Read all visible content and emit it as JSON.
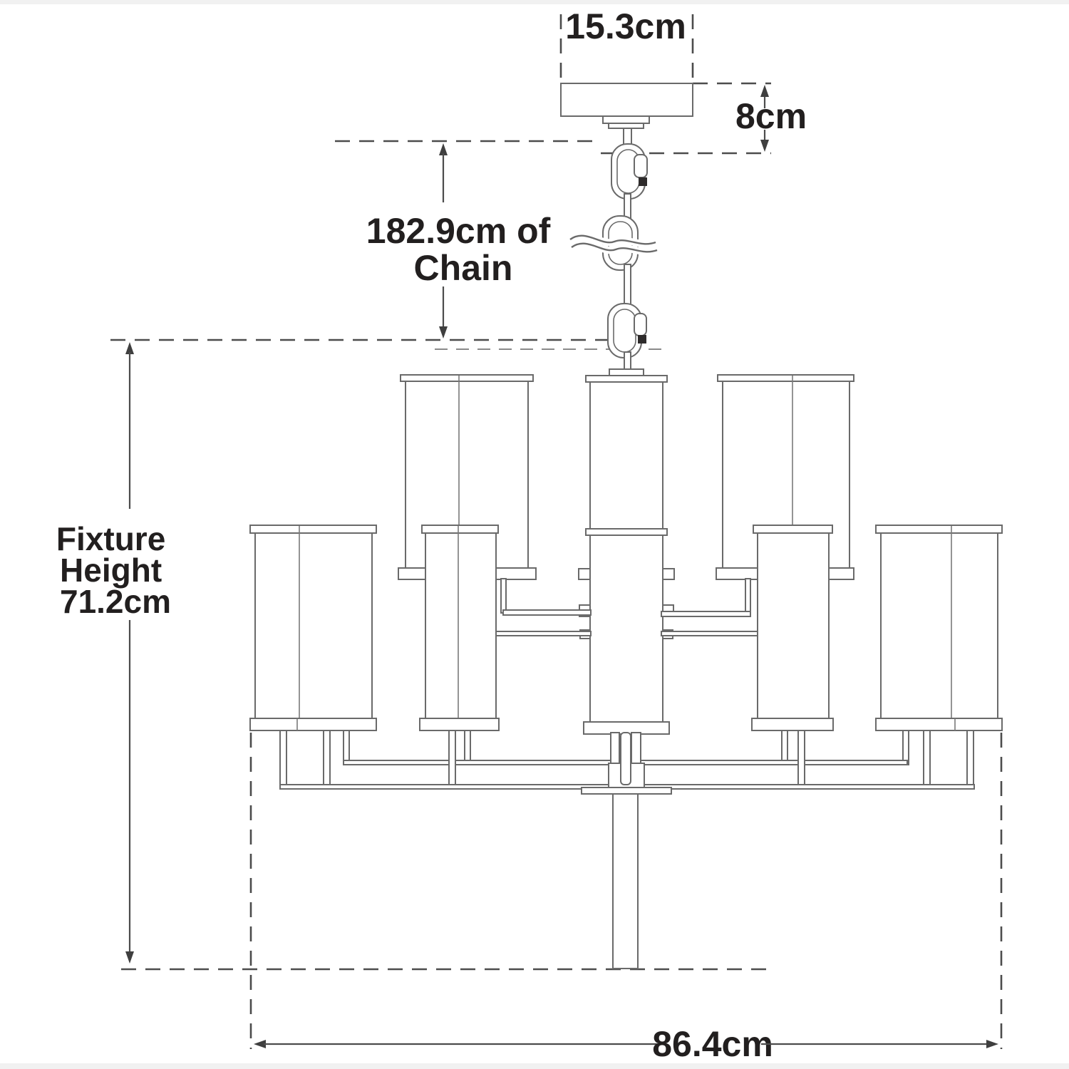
{
  "diagram": {
    "type": "product-dimension-drawing",
    "subject": "Two-tier chandelier with cylindrical shades hanging from a ceiling canopy by a chain",
    "colors": {
      "background": "#ffffff",
      "drawing_line": "#6a6a6a",
      "dimension_line": "#4c4c4c",
      "text": "#221f1f",
      "page_strip": "#f1f1f1"
    },
    "dimensions": {
      "canopy_width": {
        "label": "15.3cm"
      },
      "canopy_height": {
        "label": "8cm"
      },
      "chain_length": {
        "line1": "182.9cm of",
        "line2": "Chain"
      },
      "fixture_height": {
        "line1": "Fixture",
        "line2": "Height",
        "line3": "71.2cm"
      },
      "fixture_width": {
        "label": "86.4cm"
      }
    }
  }
}
